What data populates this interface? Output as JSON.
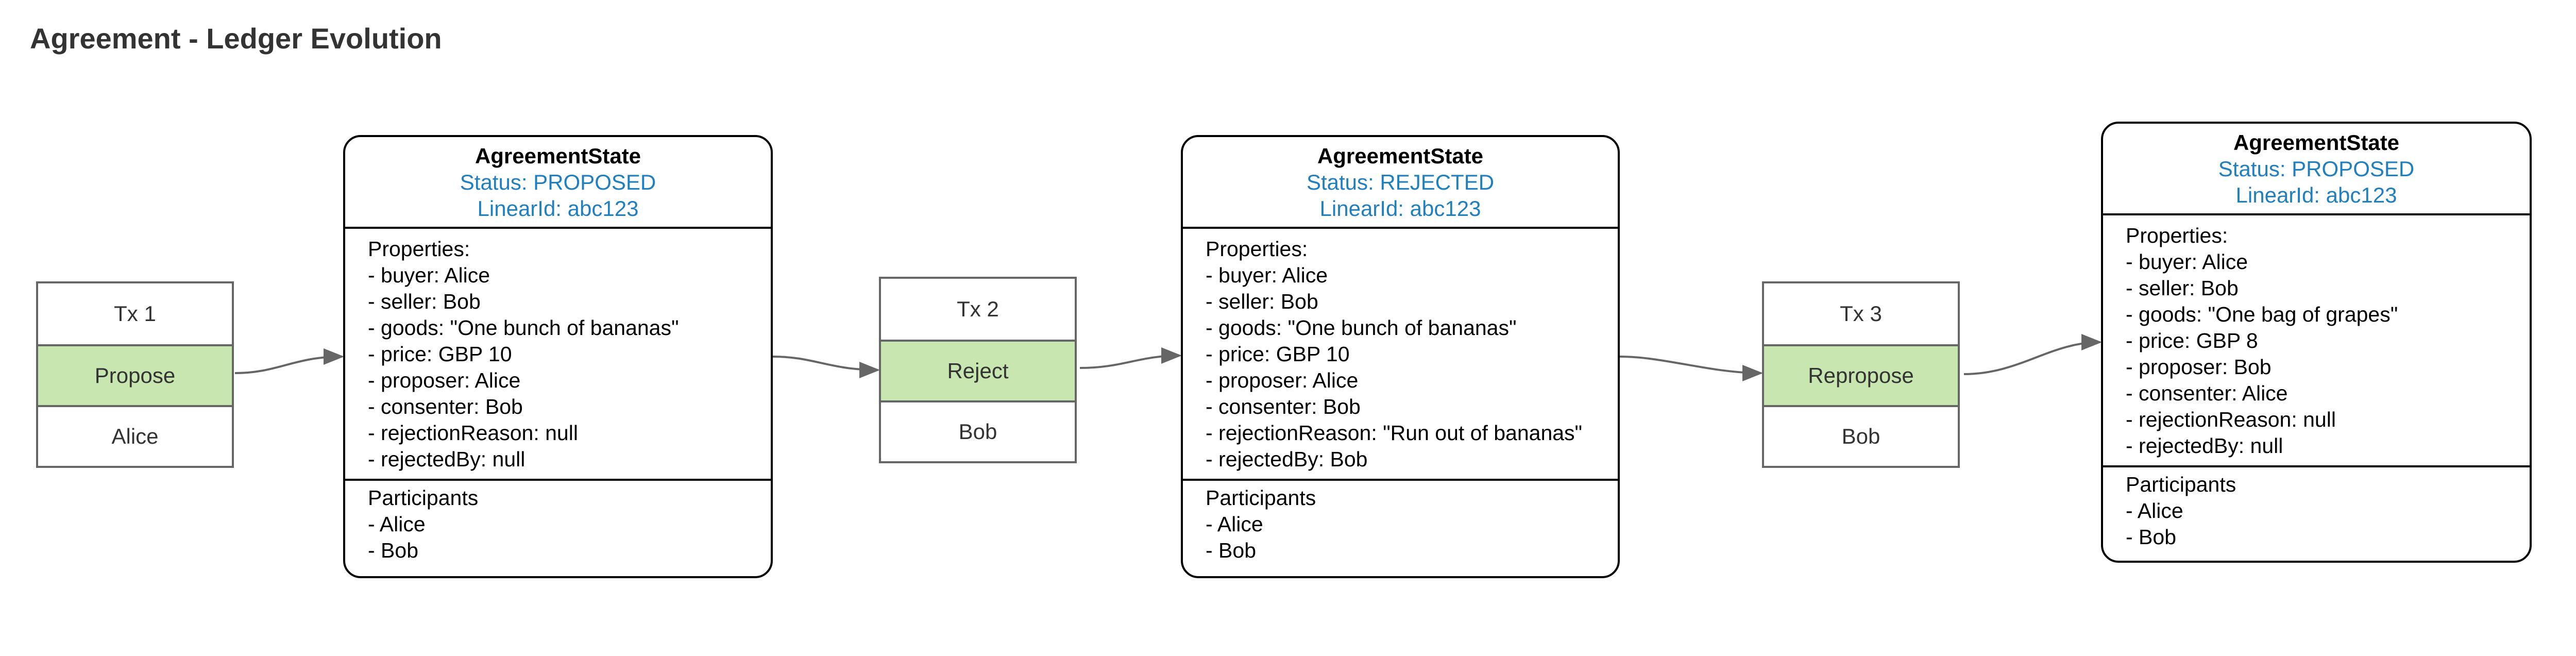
{
  "title": "Agreement - Ledger Evolution",
  "colors": {
    "command_fill": "#c8e6b0",
    "status_text": "#1f7fbf",
    "border": "#000000",
    "connector": "#666666"
  },
  "transactions": [
    {
      "label": "Tx 1",
      "command": "Propose",
      "signer": "Alice"
    },
    {
      "label": "Tx 2",
      "command": "Reject",
      "signer": "Bob"
    },
    {
      "label": "Tx 3",
      "command": "Repropose",
      "signer": "Bob"
    }
  ],
  "states": [
    {
      "name": "AgreementState",
      "status": "Status: PROPOSED",
      "linear_id": "LinearId: abc123",
      "properties_heading": "Properties:",
      "properties": [
        "-  buyer:  Alice",
        "-  seller: Bob",
        "-  goods: \"One bunch of bananas\"",
        "-  price: GBP 10",
        "-  proposer: Alice",
        "-  consenter: Bob",
        "-  rejectionReason: null",
        "-  rejectedBy: null"
      ],
      "participants_heading": "Participants",
      "participants": [
        "-  Alice",
        "-  Bob"
      ]
    },
    {
      "name": "AgreementState",
      "status": "Status: REJECTED",
      "linear_id": "LinearId: abc123",
      "properties_heading": "Properties:",
      "properties": [
        "-  buyer:  Alice",
        "-  seller: Bob",
        "-  goods: \"One bunch of bananas\"",
        "-  price: GBP 10",
        "-  proposer: Alice",
        "-  consenter: Bob",
        "-  rejectionReason: \"Run out of bananas\"",
        "-  rejectedBy: Bob"
      ],
      "participants_heading": "Participants",
      "participants": [
        "-  Alice",
        "-  Bob"
      ]
    },
    {
      "name": "AgreementState",
      "status": "Status: PROPOSED",
      "linear_id": "LinearId: abc123",
      "properties_heading": "Properties:",
      "properties": [
        "-  buyer:  Alice",
        "-  seller: Bob",
        "-  goods: \"One bag of grapes\"",
        "-  price: GBP 8",
        "-  proposer: Bob",
        "-  consenter: Alice",
        "-  rejectionReason: null",
        "-  rejectedBy: null"
      ],
      "participants_heading": "Participants",
      "participants": [
        "-  Alice",
        "-  Bob"
      ]
    }
  ]
}
